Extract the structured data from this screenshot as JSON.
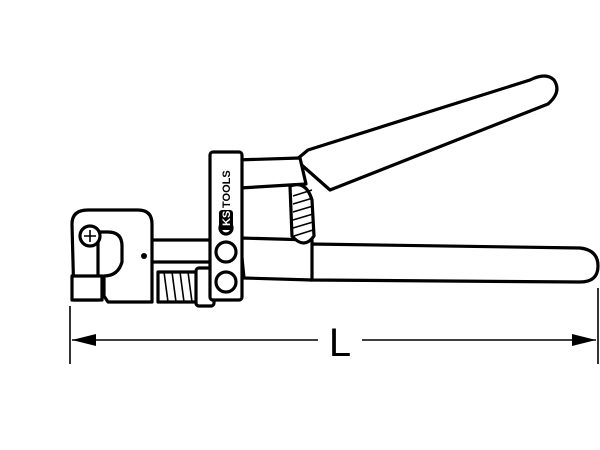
{
  "dimension": {
    "label": "L"
  },
  "logo": {
    "brand_ks": "KS",
    "brand_tools": "TOOLS"
  },
  "colors": {
    "line": "#000000",
    "background": "#ffffff"
  }
}
